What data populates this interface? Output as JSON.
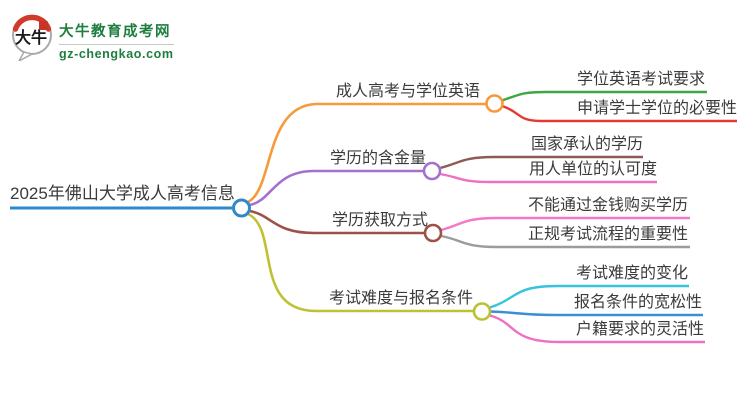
{
  "logo": {
    "title": "大牛教育成考网",
    "domain": "gz-chengkao.com",
    "icon": "speech-bubble-ox-icon",
    "icon_text": "大牛",
    "brand_color": "#1e7e3d",
    "seal_color": "#c63527"
  },
  "mindmap": {
    "text_color": "#3b3b3b",
    "root": {
      "label": "2025年佛山大学成人高考信息",
      "color": "#2f88c9"
    },
    "branches": [
      {
        "label": "成人高考与学位英语",
        "color": "#f89a3a",
        "children": [
          {
            "label": "学位英语考试要求",
            "color": "#3fa845"
          },
          {
            "label": "申请学士学位的必要性",
            "color": "#e23b35"
          }
        ]
      },
      {
        "label": "学历的含金量",
        "color": "#a472cc",
        "children": [
          {
            "label": "国家承认的学历",
            "color": "#8d5b52"
          },
          {
            "label": "用人单位的认可度",
            "color": "#ee70c6"
          }
        ]
      },
      {
        "label": "学历获取方式",
        "color": "#9d5147",
        "children": [
          {
            "label": "不能通过金钱购买学历",
            "color": "#f378cb"
          },
          {
            "label": "正规考试流程的重要性",
            "color": "#9b9b9b"
          }
        ]
      },
      {
        "label": "考试难度与报名条件",
        "color": "#bec232",
        "children": [
          {
            "label": "考试难度的变化",
            "color": "#38c3dc"
          },
          {
            "label": "报名条件的宽松性",
            "color": "#3b8fd4"
          },
          {
            "label": "户籍要求的灵活性",
            "color": "#ee70c6"
          }
        ]
      }
    ]
  }
}
